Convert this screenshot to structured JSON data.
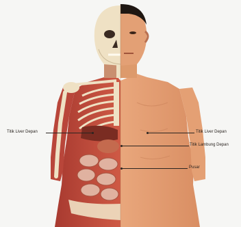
{
  "figure": {
    "labels": {
      "liver_left": "Titik Liver Depan",
      "liver_right": "Titik Liver Depan",
      "stomach": "Titik Lambung Depan",
      "navel": "Pusar"
    },
    "colors": {
      "skin": "#e8a77b",
      "skin_shadow": "#c97f55",
      "bone": "#efe1c4",
      "muscle": "#c2483a",
      "hair": "#1f1712",
      "background": "#f6f6f4"
    }
  }
}
